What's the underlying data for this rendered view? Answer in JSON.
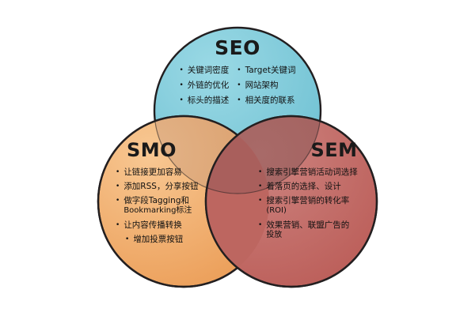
{
  "diagram": {
    "type": "venn-3-circle",
    "background_color": "#ffffff",
    "outline_color": "#231f20",
    "text_color": "#111111"
  },
  "circles": {
    "seo": {
      "title": "SEO",
      "color": "#76c7d9",
      "color_light": "#9bd8e4",
      "position": "top-center",
      "items_left": [
        "关键词密度",
        "外链的优化",
        "标头的描述"
      ],
      "items_right": [
        "Target关键词",
        "网站架构",
        "相关度的联系"
      ]
    },
    "smo": {
      "title": "SMO",
      "color": "#eda461",
      "color_light": "#f6c28c",
      "position": "bottom-left",
      "items": [
        "让链接更加容易",
        "添加RSS，分享按钮",
        "做字段Tagging和",
        "让内容传播转换",
        "增加投票按钮"
      ],
      "item_continuation": "Bookmarking标注"
    },
    "sem": {
      "title": "SEM",
      "color": "#c0645f",
      "color_light": "#cf817c",
      "position": "bottom-right",
      "items": [
        "搜索引擎营销活动词选择",
        "着落页的选择、设计",
        "搜索引擎营销的转化率",
        "效果营销、联盟广告的"
      ],
      "item3_continuation": "(ROI)",
      "item4_continuation": "投放"
    }
  },
  "bullet_glyph": "•"
}
